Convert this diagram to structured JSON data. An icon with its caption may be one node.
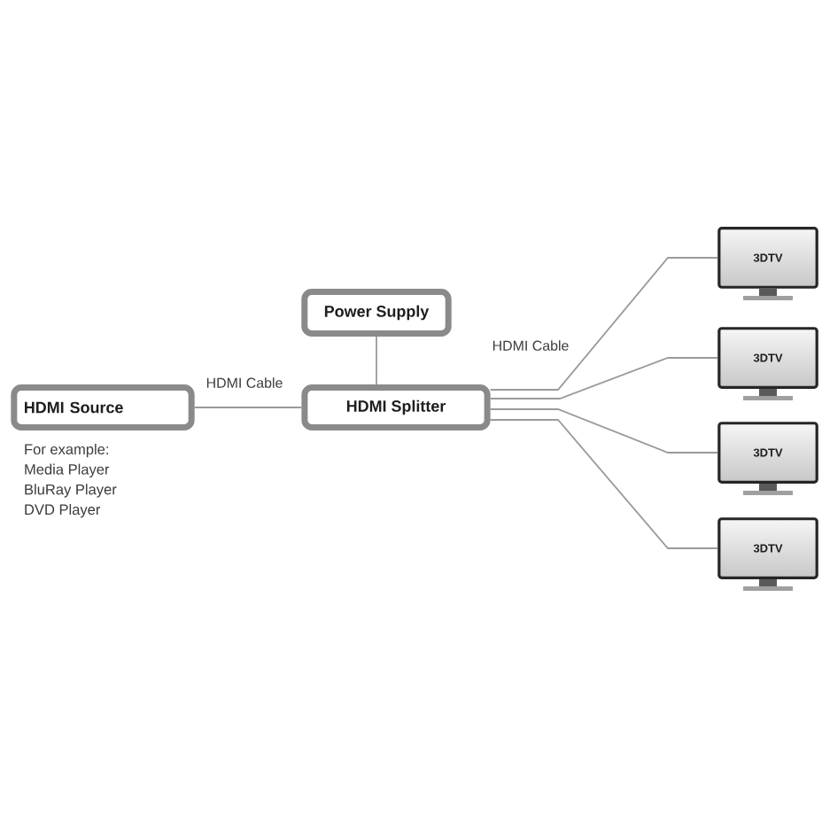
{
  "diagram": {
    "nodes": [
      {
        "text": [
          "HDMI Source"
        ],
        "beside": [
          "For example:",
          "Media Player",
          "BluRay Player",
          "DVD Player"
        ]
      },
      {
        "text": [
          "Power Supply"
        ]
      },
      {
        "text": [
          "HDMI Splitter"
        ]
      },
      {
        "text": [
          "3DTV"
        ]
      },
      {
        "text": [
          "3DTV"
        ]
      },
      {
        "text": [
          "3DTV"
        ]
      },
      {
        "text": [
          "3DTV"
        ]
      }
    ],
    "edges": [
      {
        "from": 0,
        "to": 2,
        "arrow": "none",
        "label": "HDMI Cable"
      },
      {
        "from": 1,
        "to": 2,
        "arrow": "none"
      },
      {
        "from": 2,
        "to": 3,
        "arrow": "none",
        "label": "HDMI Cable"
      },
      {
        "from": 2,
        "to": 4,
        "arrow": "none"
      },
      {
        "from": 2,
        "to": 5,
        "arrow": "none"
      },
      {
        "from": 2,
        "to": 6,
        "arrow": "none"
      }
    ]
  }
}
